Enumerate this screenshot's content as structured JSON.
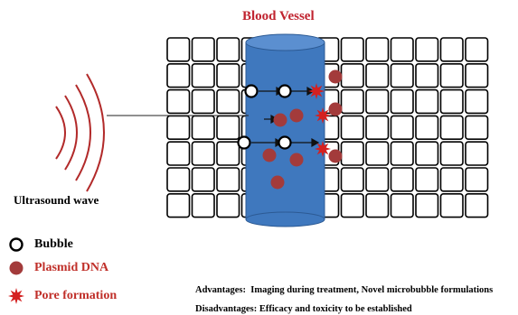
{
  "title": "Blood Vessel",
  "ultrasound_label": "Ultrasound wave",
  "legend": {
    "bubble": "Bubble",
    "plasmid": "Plasmid DNA",
    "pore": "Pore formation"
  },
  "advantages": {
    "label": "Advantages:",
    "text": "Imaging during treatment, Novel microbubble formulations"
  },
  "disadvantages": {
    "label": "Disadvantages:",
    "text": "Efficacy and toxicity  to be established"
  },
  "colors": {
    "title": "#c0232f",
    "wave": "#b22a2a",
    "vessel": "#3f78be",
    "vessel_top": "#5b8fd0",
    "plasmid": "#a33b3b",
    "pore": "#d42020",
    "legend_text_red": "#c0302a"
  }
}
